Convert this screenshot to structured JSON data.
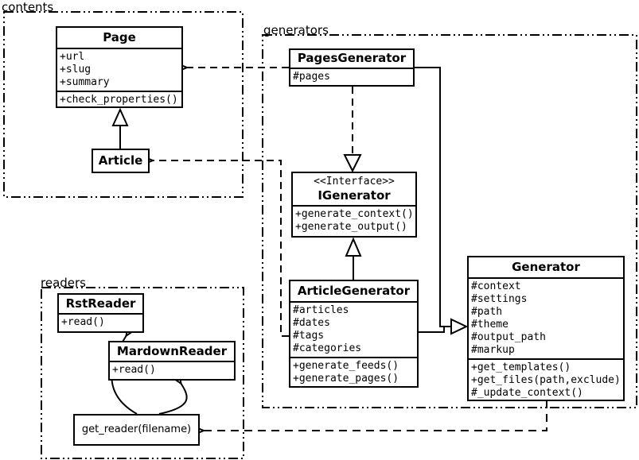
{
  "diagram": {
    "packages": {
      "contents": {
        "label": "contents"
      },
      "generators": {
        "label": "generators"
      },
      "readers": {
        "label": "readers"
      }
    },
    "classes": {
      "page": {
        "title": "Page",
        "attrs": [
          "+url",
          "+slug",
          "+summary"
        ],
        "methods": [
          "+check_properties()"
        ]
      },
      "article": {
        "title": "Article"
      },
      "pages_generator": {
        "title": "PagesGenerator",
        "attrs": [
          "#pages"
        ]
      },
      "igenerator": {
        "stereotype": "<<Interface>>",
        "title": "IGenerator",
        "methods": [
          "+generate_context()",
          "+generate_output()"
        ]
      },
      "article_generator": {
        "title": "ArticleGenerator",
        "attrs": [
          "#articles",
          "#dates",
          "#tags",
          "#categories"
        ],
        "methods": [
          "+generate_feeds()",
          "+generate_pages()"
        ]
      },
      "generator": {
        "title": "Generator",
        "attrs": [
          "#context",
          "#settings",
          "#path",
          "#theme",
          "#output_path",
          "#markup"
        ],
        "methods": [
          "+get_templates()",
          "+get_files(path,exclude)",
          "#_update_context()"
        ]
      },
      "rst_reader": {
        "title": "RstReader",
        "methods": [
          "+read()"
        ]
      },
      "mardown_reader": {
        "title": "MardownReader",
        "methods": [
          "+read()"
        ]
      },
      "get_reader": {
        "label": "get_reader(filename)"
      }
    },
    "colors": {
      "line": "#000000",
      "background": "#ffffff"
    }
  }
}
